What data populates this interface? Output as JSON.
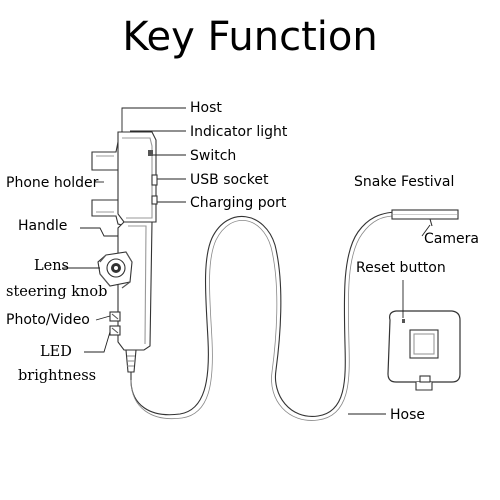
{
  "title": "Key Function",
  "labels": {
    "host": "Host",
    "indicator_light": "Indicator light",
    "switch": "Switch",
    "usb_socket": "USB socket",
    "charging_port": "Charging port",
    "phone_holder": "Phone holder",
    "handle": "Handle",
    "lens_steering_knob_line1": "Lens",
    "lens_steering_knob_line2": "steering knob",
    "photo_video": "Photo/Video",
    "led_brightness_line1": "LED",
    "led_brightness_line2": "brightness",
    "snake_festival": "Snake Festival",
    "camera": "Camera",
    "reset_button": "Reset button",
    "hose": "Hose"
  }
}
